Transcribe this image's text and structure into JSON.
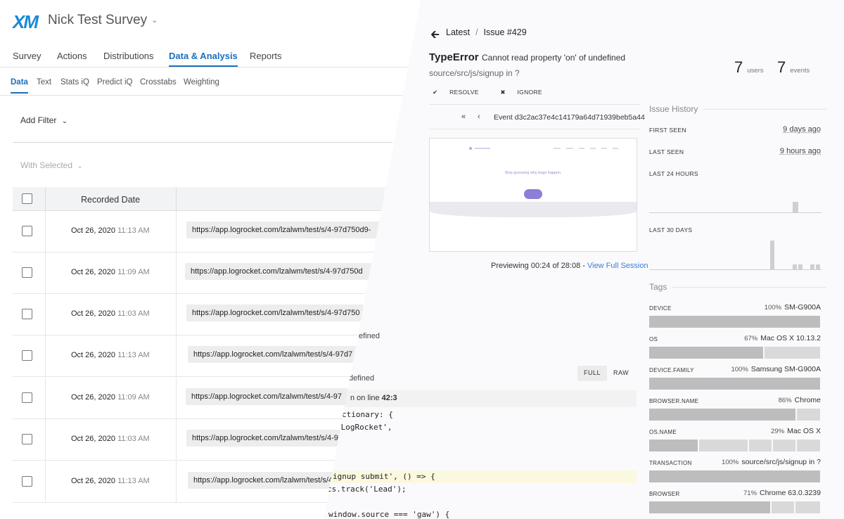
{
  "qualtrics": {
    "logo": "XM",
    "survey_title": "Nick Test Survey",
    "tabs": [
      "Survey",
      "Actions",
      "Distributions",
      "Data & Analysis",
      "Reports"
    ],
    "active_tab": "Data & Analysis",
    "subtabs": [
      "Data",
      "Text",
      "Stats iQ",
      "Predict iQ",
      "Crosstabs",
      "Weighting"
    ],
    "active_subtab": "Data",
    "add_filter": "Add Filter",
    "with_selected": "With Selected",
    "column_header": "Recorded Date",
    "rows": [
      {
        "date": "Oct 26, 2020",
        "time": "11:13 AM",
        "url": "https://app.logrocket.com/lzalwm/test/s/4-97d750d9-"
      },
      {
        "date": "Oct 26, 2020",
        "time": "11:09 AM",
        "url": "https://app.logrocket.com/lzalwm/test/s/4-97d750d"
      },
      {
        "date": "Oct 26, 2020",
        "time": "11:03 AM",
        "url": "https://app.logrocket.com/lzalwm/test/s/4-97d750"
      },
      {
        "date": "Oct 26, 2020",
        "time": "11:13 AM",
        "url": "https://app.logrocket.com/lzalwm/test/s/4-97d7"
      },
      {
        "date": "Oct 26, 2020",
        "time": "11:09 AM",
        "url": "https://app.logrocket.com/lzalwm/test/s/4-97"
      },
      {
        "date": "Oct 26, 2020",
        "time": "11:03 AM",
        "url": "https://app.logrocket.com/lzalwm/test/s/4-9"
      },
      {
        "date": "Oct 26, 2020",
        "time": "11:13 AM",
        "url": "https://app.logrocket.com/lzalwm/test/s/4-"
      }
    ]
  },
  "logrocket": {
    "breadcrumb_back": "Latest",
    "breadcrumb_issue": "Issue #429",
    "error_type": "TypeError",
    "error_message": "Cannot read property 'on' of undefined",
    "error_source": "source/src/js/signup in ?",
    "users_count": "7",
    "users_label": "users",
    "events_count": "7",
    "events_label": "events",
    "resolve_label": "RESOLVE",
    "ignore_label": "IGNORE",
    "event_id": "Event d3c2ac37e4c14179a64d71939beb5a44",
    "preview_headline": "Stop guessing why bugs happen.",
    "preview_text": "Previewing 00:24 of 28:08 - ",
    "preview_link": "View Full Session",
    "frag_defined_1": "efined",
    "frag_defined_2": "defined",
    "full_label": "FULL",
    "raw_label": "RAW",
    "code_head": "n on line ",
    "code_line_no": "42:3",
    "code_lines": [
      "ctionary: {",
      " LogRocket',",
      "ignup submit', () => {",
      "cs.track('Lead');",
      "window.source === 'gaw') {"
    ],
    "issue_history": {
      "title": "Issue History",
      "first_seen_label": "FIRST SEEN",
      "first_seen_value": "9 days ago",
      "last_seen_label": "LAST SEEN",
      "last_seen_value": "9 hours ago",
      "last24_label": "LAST 24 HOURS",
      "last24_bars": [
        0,
        0,
        0,
        0,
        0,
        0,
        0,
        0,
        0,
        0,
        0,
        0,
        0,
        0,
        0,
        0,
        0,
        0,
        0,
        0,
        1,
        0,
        0,
        0
      ],
      "last30_label": "LAST 30 DAYS",
      "last30_bars": [
        0,
        0,
        0,
        0,
        0,
        0,
        0,
        0,
        0,
        0,
        0,
        0,
        0,
        0,
        0,
        0,
        0,
        0,
        0,
        0,
        0,
        5,
        0,
        0,
        0,
        1,
        1,
        0,
        1,
        1
      ]
    },
    "tags": {
      "title": "Tags",
      "items": [
        {
          "key": "DEVICE",
          "pct": "100%",
          "value": "SM-G900A",
          "segments": [
            100
          ]
        },
        {
          "key": "OS",
          "pct": "67%",
          "value": "Mac OS X 10.13.2",
          "segments": [
            67,
            33
          ]
        },
        {
          "key": "DEVICE.FAMILY",
          "pct": "100%",
          "value": "Samsung SM-G900A",
          "segments": [
            100
          ]
        },
        {
          "key": "BROWSER.NAME",
          "pct": "86%",
          "value": "Chrome",
          "segments": [
            86,
            14
          ]
        },
        {
          "key": "OS.NAME",
          "pct": "29%",
          "value": "Mac OS X",
          "segments": [
            29,
            29,
            14,
            14,
            14
          ]
        },
        {
          "key": "TRANSACTION",
          "pct": "100%",
          "value": "source/src/js/signup in ?",
          "segments": [
            100
          ]
        },
        {
          "key": "BROWSER",
          "pct": "71%",
          "value": "Chrome 63.0.3239",
          "segments": [
            71,
            14,
            15
          ]
        }
      ]
    }
  }
}
